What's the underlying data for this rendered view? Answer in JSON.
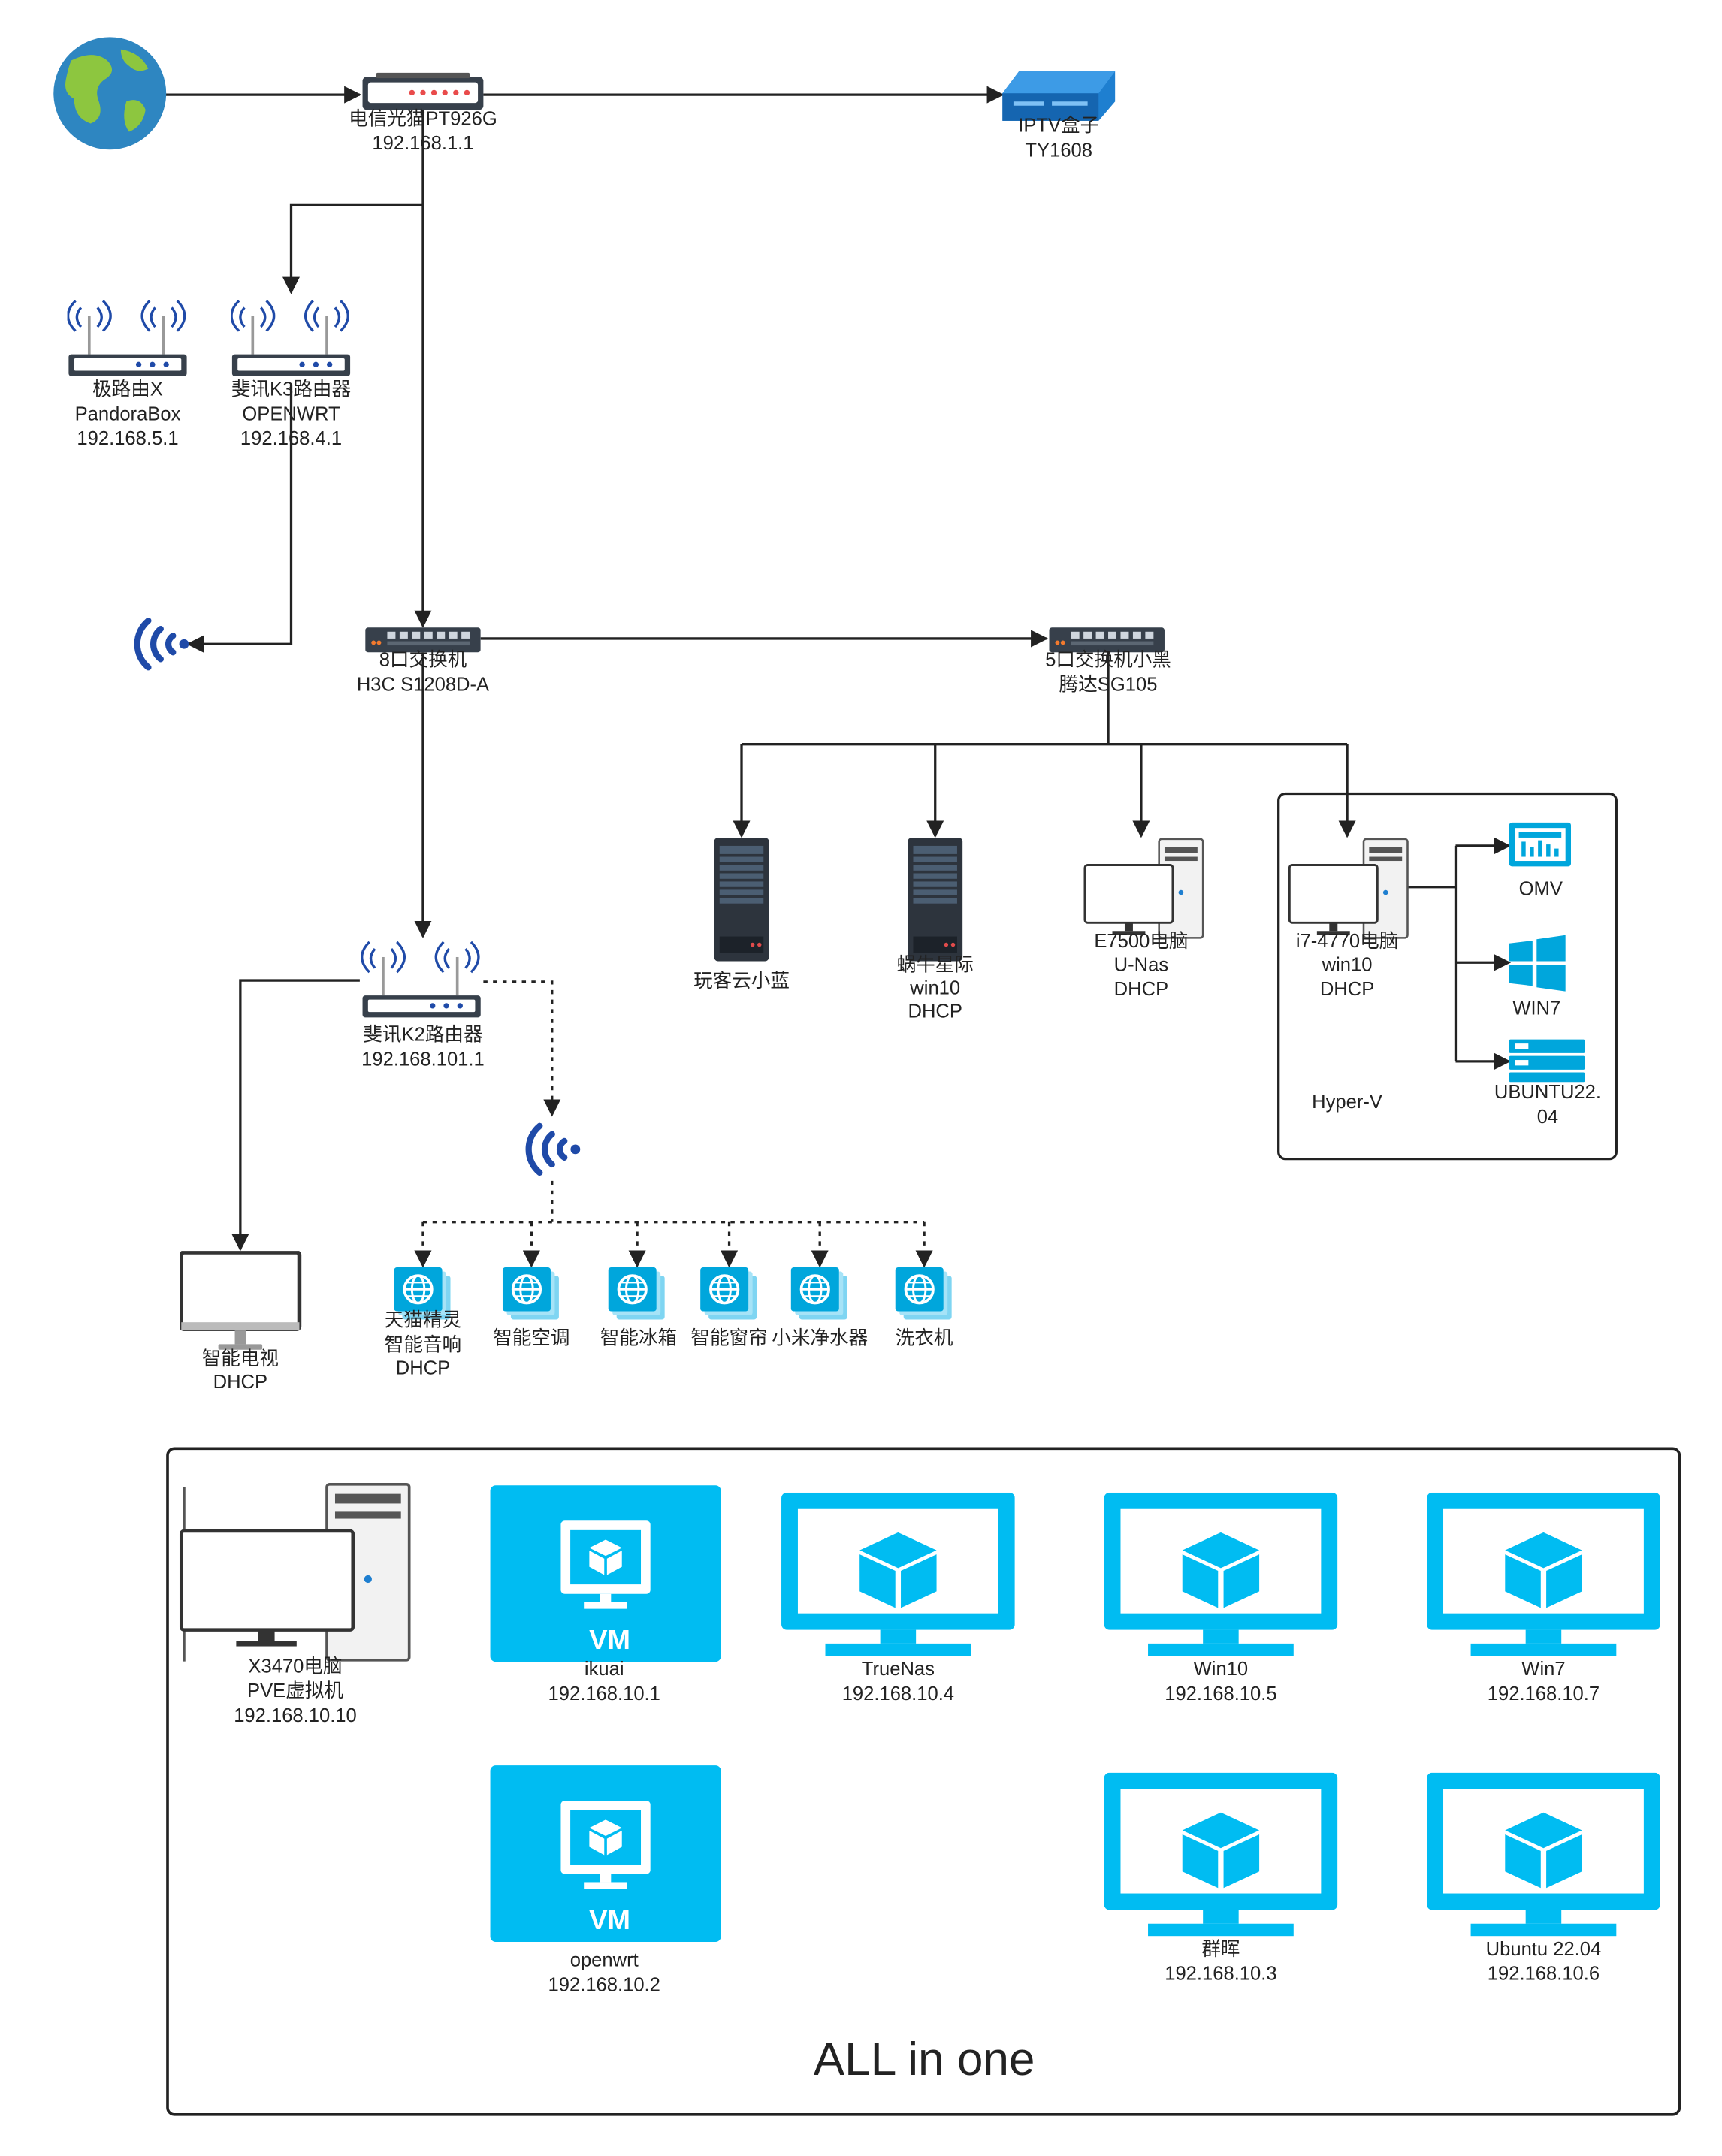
{
  "colors": {
    "line": "#222222",
    "accent": "#00bcf2",
    "dark": "#37404b",
    "wifi": "#1f4aa8",
    "blue_device": "#1e7fd0"
  },
  "nodes": {
    "internet": {
      "icon": "globe-icon"
    },
    "modem": {
      "line1": "电信光猫PT926G",
      "line2": "192.168.1.1"
    },
    "iptv": {
      "line1": "IPTV盒子",
      "line2": "TY1608"
    },
    "router_x": {
      "line1": "极路由X",
      "line2": "PandoraBox",
      "line3": "192.168.5.1"
    },
    "router_k3": {
      "line1": "斐讯K3路由器",
      "line2": "OPENWRT",
      "line3": "192.168.4.1"
    },
    "switch8": {
      "line1": "8口交换机",
      "line2": "H3C S1208D-A"
    },
    "switch5": {
      "line1": "5口交换机小黑",
      "line2": "腾达SG105"
    },
    "wanke": {
      "line1": "玩客云小蓝"
    },
    "woniu": {
      "line1": "蜗牛星际",
      "line2": "win10",
      "line3": "DHCP"
    },
    "e7500": {
      "line1": "E7500电脑",
      "line2": "U-Nas",
      "line3": "DHCP"
    },
    "i7": {
      "line1": "i7-4770电脑",
      "line2": "win10",
      "line3": "DHCP"
    },
    "hyperv": {
      "label": "Hyper-V",
      "omv": "OMV",
      "win7": "WIN7",
      "ubuntu1": "UBUNTU22.",
      "ubuntu2": "04"
    },
    "router_k2": {
      "line1": "斐讯K2路由器",
      "line2": "192.168.101.1"
    },
    "tv": {
      "line1": "智能电视",
      "line2": "DHCP"
    },
    "smart": [
      {
        "lines": [
          "天猫精灵",
          "智能音响",
          "DHCP"
        ]
      },
      {
        "lines": [
          "智能空调"
        ]
      },
      {
        "lines": [
          "智能冰箱"
        ]
      },
      {
        "lines": [
          "智能窗帘"
        ]
      },
      {
        "lines": [
          "小米净水器"
        ]
      },
      {
        "lines": [
          "洗衣机"
        ]
      }
    ]
  },
  "allinone": {
    "title": "ALL in one",
    "host": {
      "line1": "X3470电脑",
      "line2": "PVE虚拟机",
      "line3": "192.168.10.10"
    },
    "vm_badge": "VM",
    "ikuai": {
      "line1": "ikuai",
      "line2": "192.168.10.1"
    },
    "openwrt": {
      "line1": "openwrt",
      "line2": "192.168.10.2"
    },
    "truenas": {
      "line1": "TrueNas",
      "line2": "192.168.10.4"
    },
    "win10": {
      "line1": "Win10",
      "line2": "192.168.10.5"
    },
    "win7": {
      "line1": "Win7",
      "line2": "192.168.10.7"
    },
    "qunhui": {
      "line1": "群晖",
      "line2": "192.168.10.3"
    },
    "ubuntu": {
      "line1": "Ubuntu 22.04",
      "line2": "192.168.10.6"
    }
  }
}
